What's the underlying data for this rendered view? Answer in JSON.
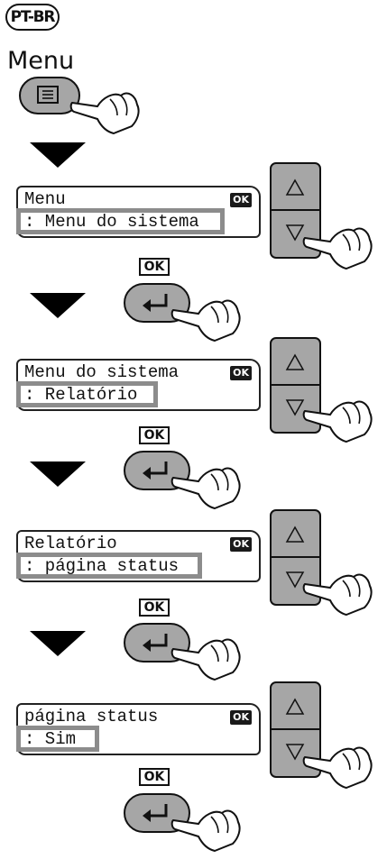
{
  "language_badge": "PT-BR",
  "menu_title": "Menu",
  "ok_text": "OK",
  "steps": [
    {
      "line1": "Menu",
      "line2": ": Menu do sistema"
    },
    {
      "line1": "Menu do sistema",
      "line2": ": Relatório"
    },
    {
      "line1": "Relatório",
      "line2": ": página status"
    },
    {
      "line1": "página status",
      "line2": ": Sim"
    }
  ],
  "icons": [
    "menu-key-icon",
    "arrow-down-icon",
    "enter-key-icon",
    "up-triangle-icon",
    "down-triangle-icon",
    "pointing-hand-icon"
  ],
  "colors": {
    "highlight_border": "#8c8c8c",
    "key_fill": "#a6a6a6",
    "arrow": "#000000"
  }
}
